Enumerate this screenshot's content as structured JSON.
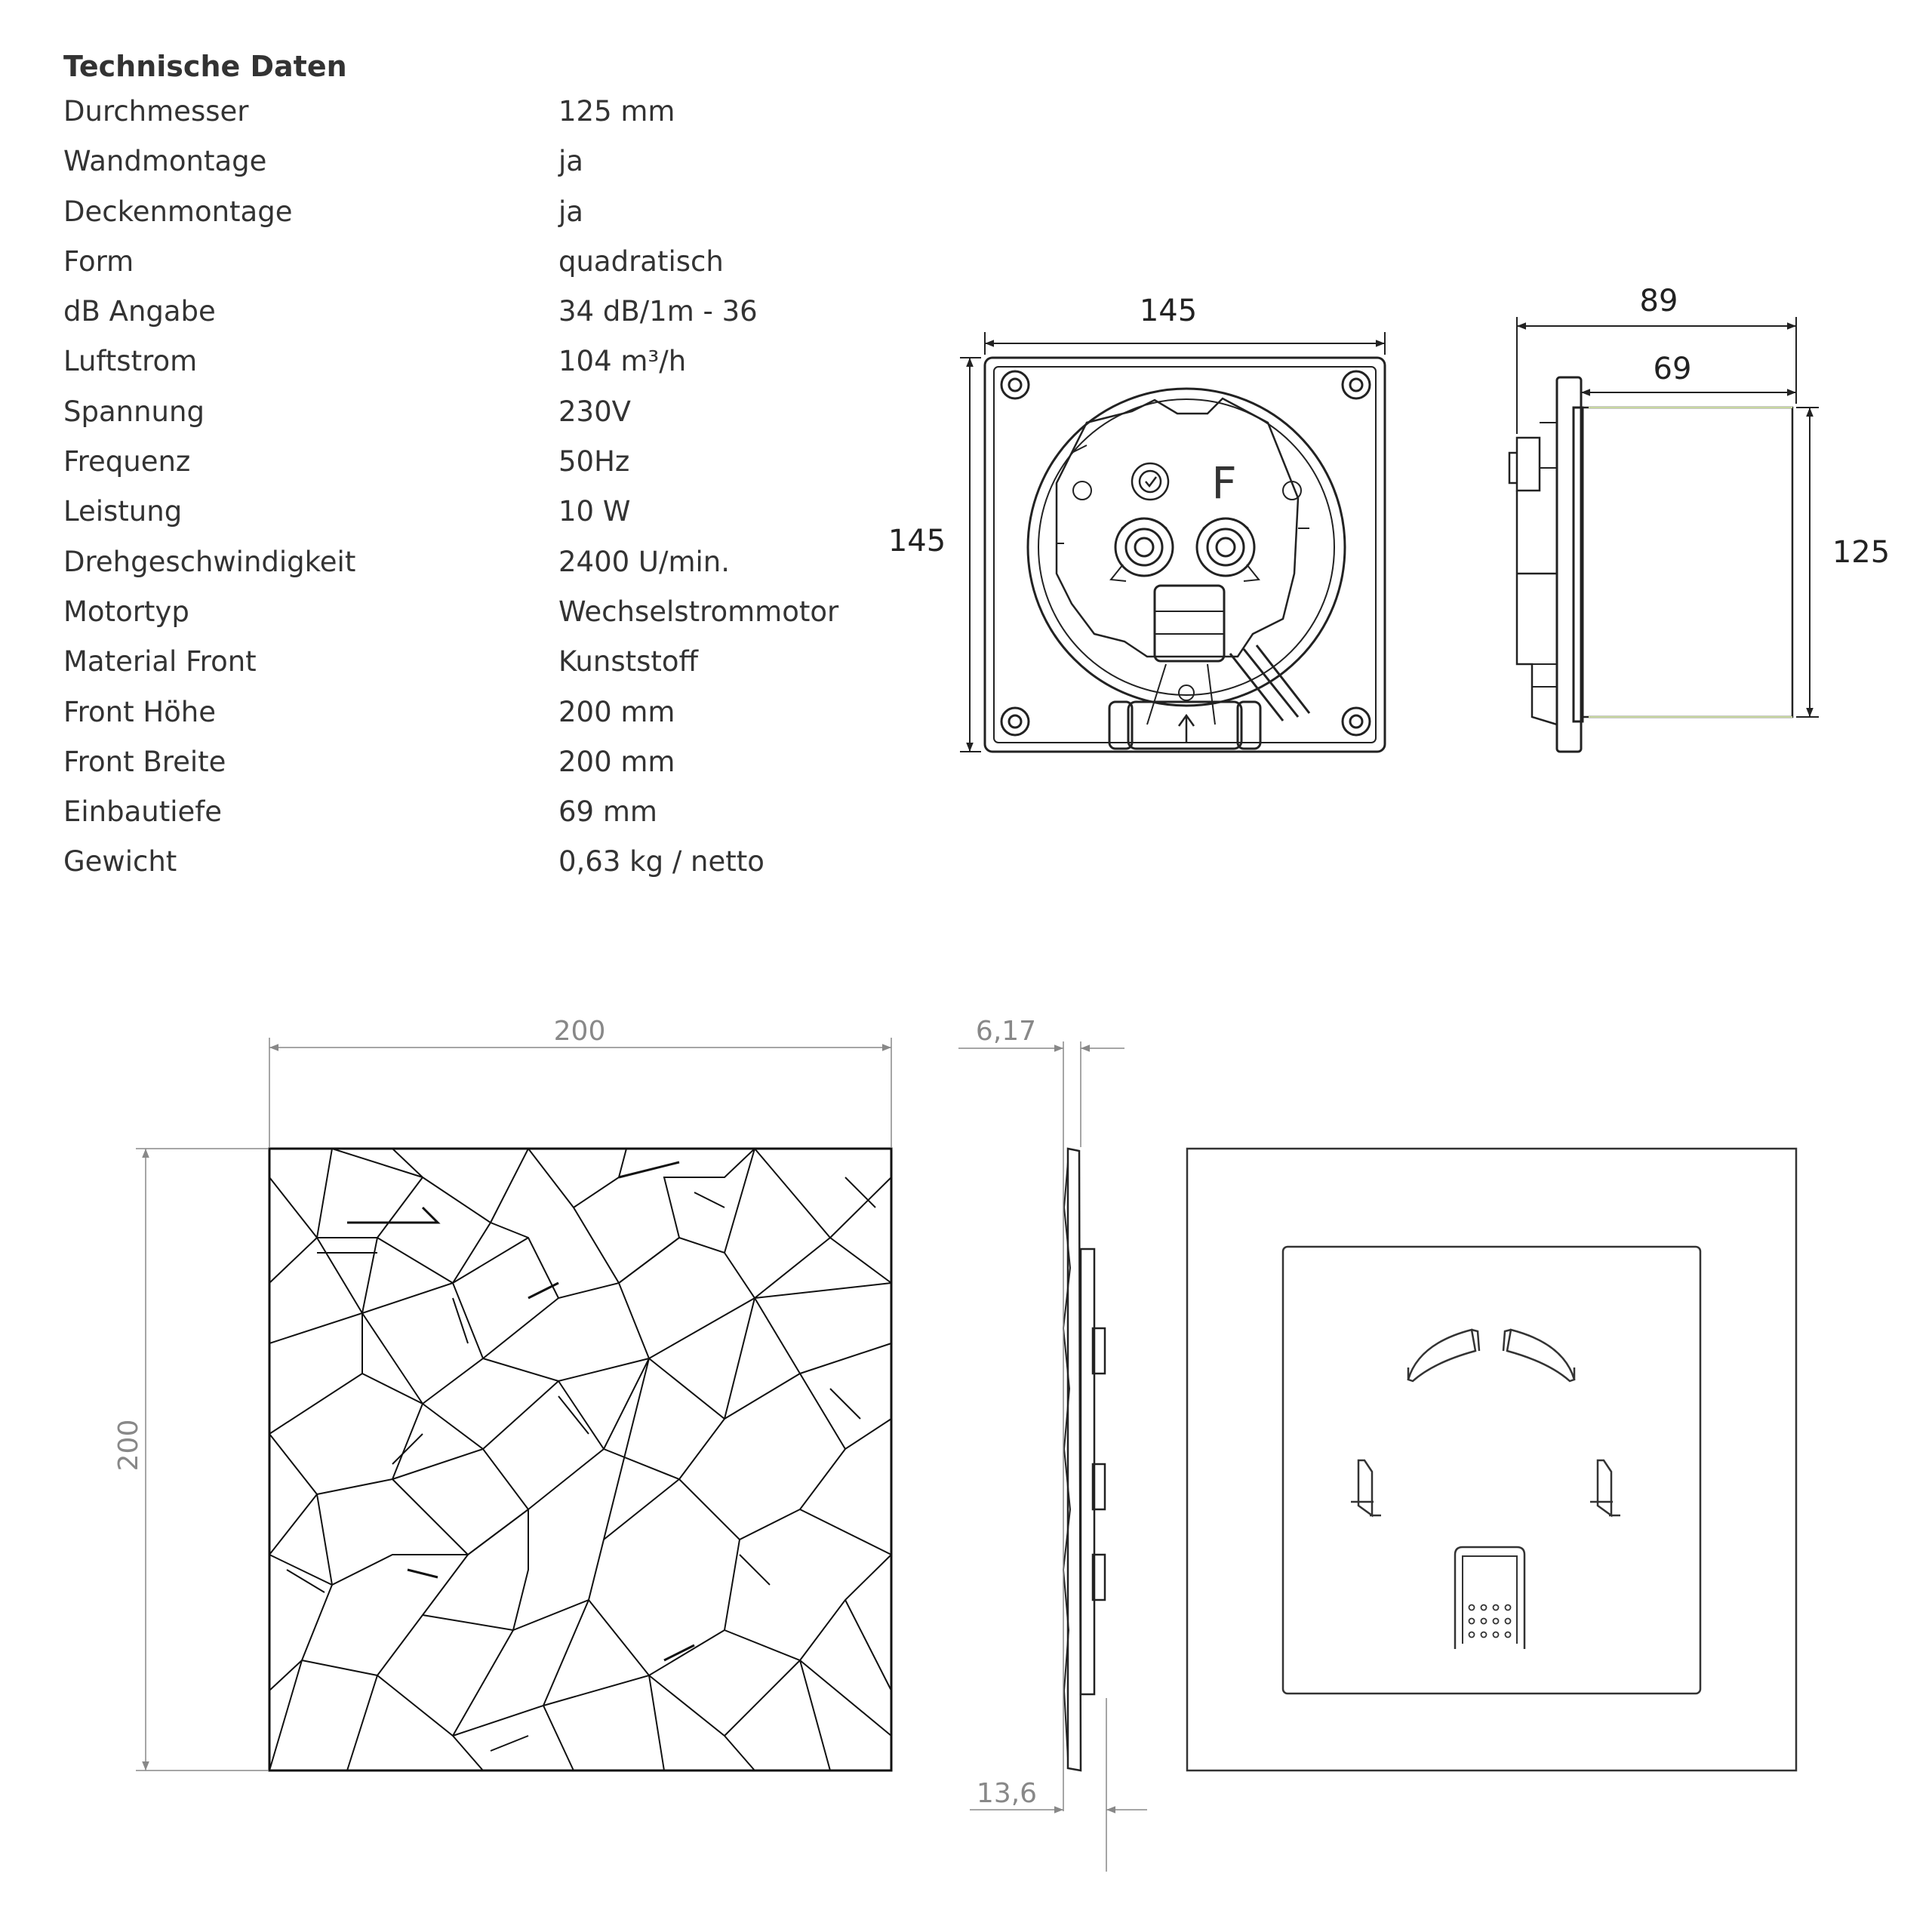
{
  "heading": "Technische Daten",
  "specs": [
    {
      "label": "Durchmesser",
      "value": "125 mm"
    },
    {
      "label": "Wandmontage",
      "value": "ja"
    },
    {
      "label": "Deckenmontage",
      "value": "ja"
    },
    {
      "label": "Form",
      "value": "quadratisch"
    },
    {
      "label": "dB Angabe",
      "value": "34 dB/1m - 36"
    },
    {
      "label": "Luftstrom",
      "value": "104 m³/h"
    },
    {
      "label": "Spannung",
      "value": "230V"
    },
    {
      "label": "Frequenz",
      "value": "50Hz"
    },
    {
      "label": "Leistung",
      "value": "10 W"
    },
    {
      "label": "Drehgeschwindigkeit",
      "value": "2400 U/min."
    },
    {
      "label": "Motortyp",
      "value": "Wechselstrommotor"
    },
    {
      "label": "Material Front",
      "value": "Kunststoff"
    },
    {
      "label": "Front Höhe",
      "value": "200 mm"
    },
    {
      "label": "Front Breite",
      "value": "200 mm"
    },
    {
      "label": "Einbautiefe",
      "value": "69 mm"
    },
    {
      "label": "Gewicht",
      "value": "0,63 kg / netto"
    }
  ],
  "drawings": {
    "fan_front": {
      "width_label": "145",
      "height_label": "145",
      "marking": "F"
    },
    "fan_side": {
      "depth_total_label": "89",
      "depth_install_label": "69",
      "diameter_label": "125"
    },
    "front_panel": {
      "width_label": "200",
      "height_label": "200"
    },
    "panel_side": {
      "thickness_label": "6,17",
      "total_label": "13,6"
    }
  }
}
